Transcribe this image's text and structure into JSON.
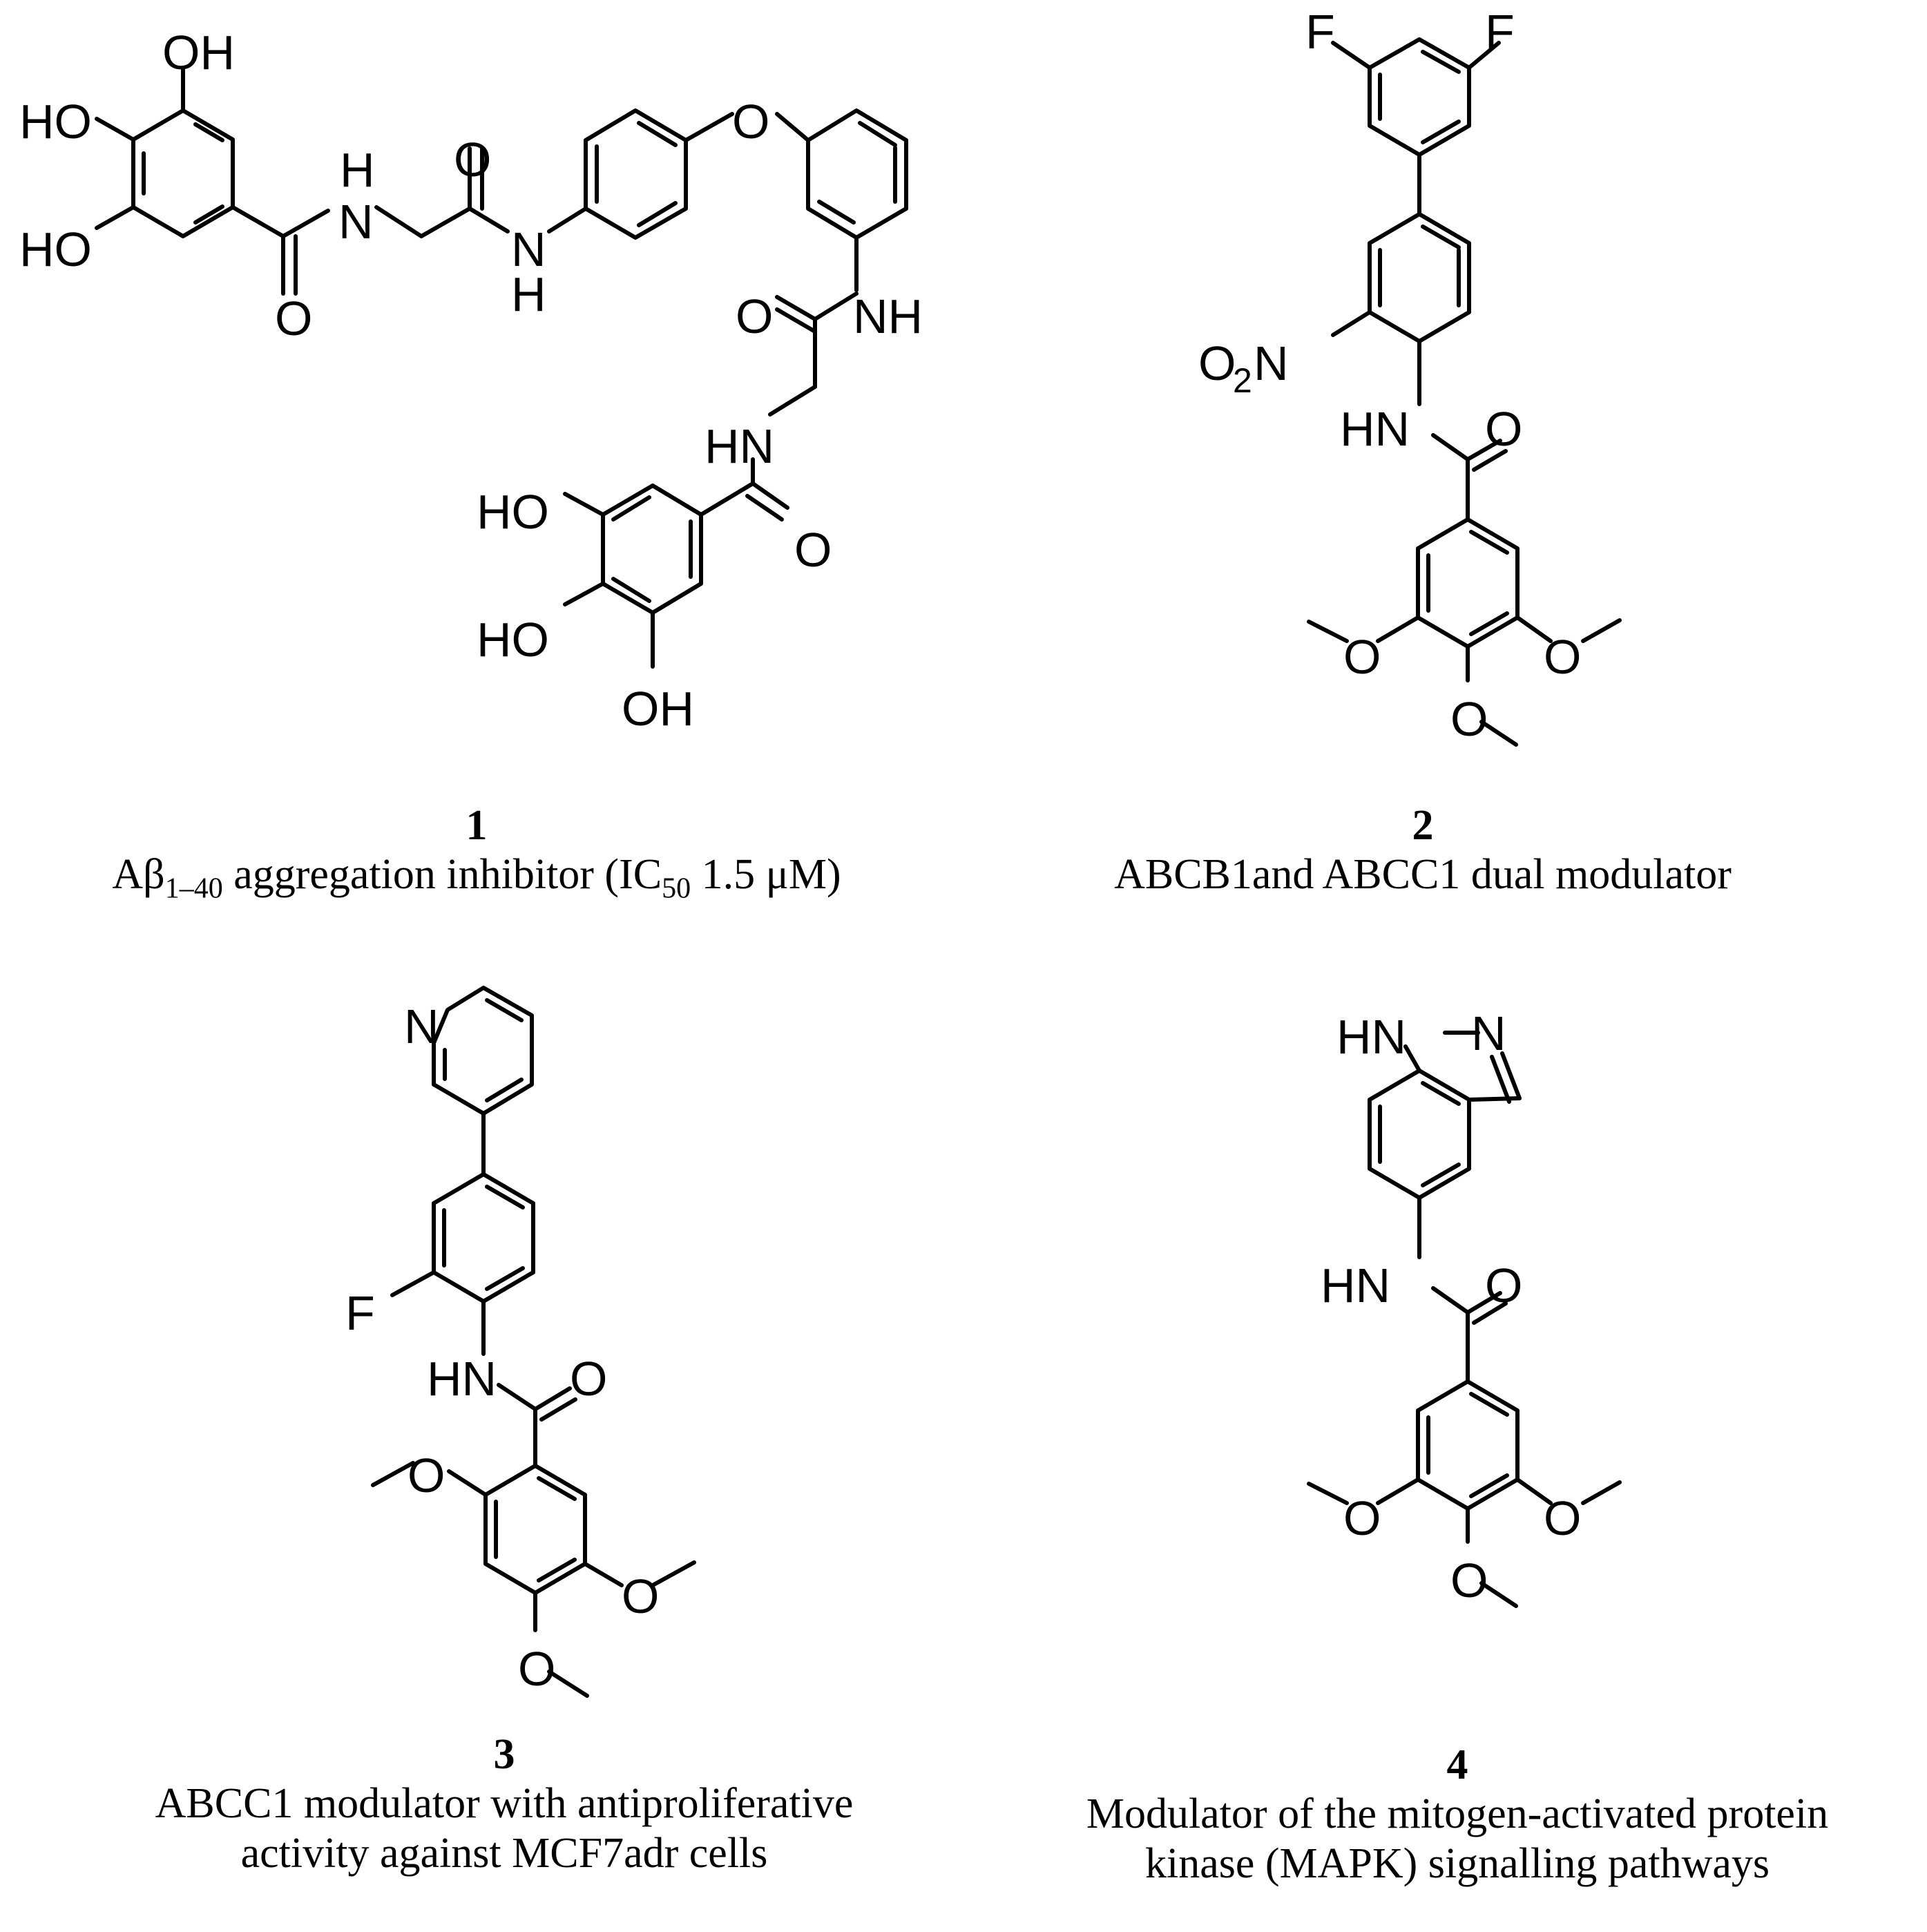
{
  "compounds": [
    {
      "number": "1",
      "description_parts": [
        "Aβ",
        "1–40",
        " aggregation inhibitor (IC",
        "50",
        " 1.5 μM)"
      ],
      "atom_labels": [
        "OH",
        "HO",
        "HO",
        "H",
        "N",
        "O",
        "O",
        "N",
        "H",
        "O",
        "NH",
        "O",
        "HN",
        "HO",
        "O",
        "HO",
        "OH"
      ]
    },
    {
      "number": "2",
      "description": "ABCB1and ABCC1 dual modulator",
      "atom_labels": [
        "F",
        "F",
        "O",
        "2",
        "N",
        "HN",
        "O",
        "O",
        "O",
        "O"
      ]
    },
    {
      "number": "3",
      "description_lines": [
        "ABCC1 modulator with antiproliferative",
        "activity against MCF7adr cells"
      ],
      "atom_labels": [
        "N",
        "F",
        "HN",
        "O",
        "O",
        "O",
        "O"
      ]
    },
    {
      "number": "4",
      "description_lines": [
        "Modulator of the mitogen-activated protein",
        "kinase (MAPK) signalling pathways"
      ],
      "atom_labels": [
        "HN",
        "N",
        "HN",
        "O",
        "O",
        "O",
        "O"
      ]
    }
  ]
}
